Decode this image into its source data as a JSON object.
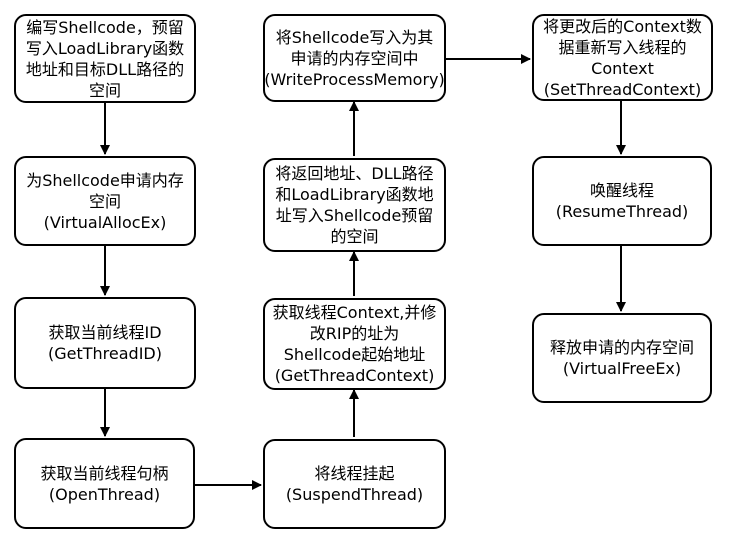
{
  "diagram": {
    "nodes": {
      "n1": {
        "lines": [
          "编写Shellcode，预留",
          "写入LoadLibrary函数",
          "地址和目标DLL路径的",
          "空间"
        ]
      },
      "n2": {
        "lines": [
          "为Shellcode申请内存",
          "空间",
          "(VirtualAllocEx)"
        ]
      },
      "n3": {
        "lines": [
          "获取当前线程ID",
          "(GetThreadID)"
        ]
      },
      "n4": {
        "lines": [
          "获取当前线程句柄",
          "(OpenThread)"
        ]
      },
      "n5": {
        "lines": [
          "将线程挂起",
          "(SuspendThread)"
        ]
      },
      "n6": {
        "lines": [
          "获取线程Context,并修",
          "改RIP的址为",
          "Shellcode起始地址",
          "(GetThreadContext)"
        ]
      },
      "n7": {
        "lines": [
          "将返回地址、DLL路径",
          "和LoadLibrary函数地",
          "址写入Shellcode预留",
          "的空间"
        ]
      },
      "n8": {
        "lines": [
          "将Shellcode写入为其",
          "申请的内存空间中",
          "(WriteProcessMemory)"
        ]
      },
      "n9": {
        "lines": [
          "将更改后的Context数",
          "据重新写入线程的",
          "Context",
          "(SetThreadContext)"
        ]
      },
      "n10": {
        "lines": [
          "唤醒线程",
          "(ResumeThread)"
        ]
      },
      "n11": {
        "lines": [
          "释放申请的内存空间",
          "(VirtualFreeEx)"
        ]
      }
    },
    "edges": [
      {
        "from": "n1",
        "to": "n2"
      },
      {
        "from": "n2",
        "to": "n3"
      },
      {
        "from": "n3",
        "to": "n4"
      },
      {
        "from": "n4",
        "to": "n5"
      },
      {
        "from": "n5",
        "to": "n6"
      },
      {
        "from": "n6",
        "to": "n7"
      },
      {
        "from": "n7",
        "to": "n8"
      },
      {
        "from": "n8",
        "to": "n9"
      },
      {
        "from": "n9",
        "to": "n10"
      },
      {
        "from": "n10",
        "to": "n11"
      }
    ]
  }
}
